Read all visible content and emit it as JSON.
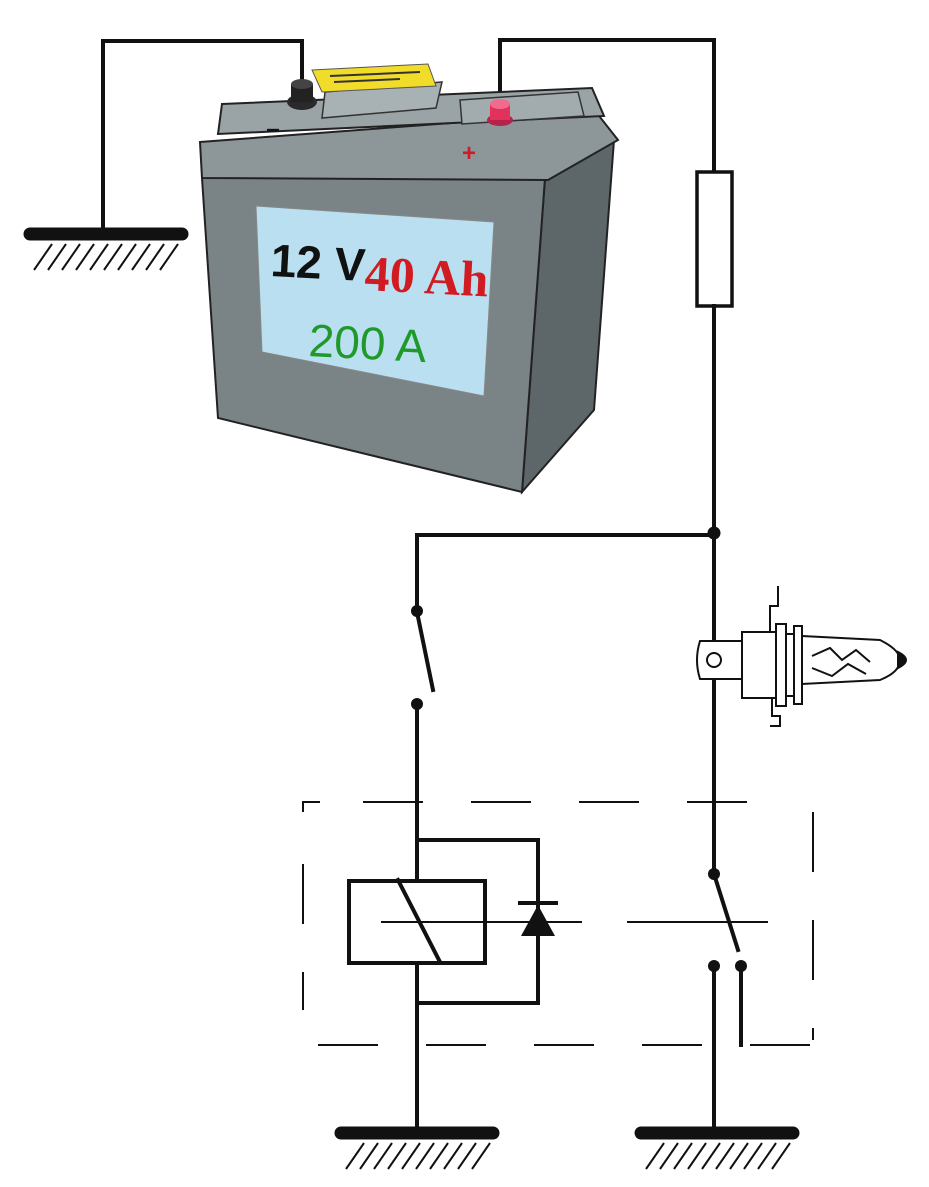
{
  "battery": {
    "voltage": "12 V",
    "capacity": "40 Ah",
    "current": "200 A",
    "minus_symbol": "−",
    "plus_symbol": "+"
  },
  "colors": {
    "wire": "#111111",
    "battery_body": "#7a8487",
    "battery_label_bg": "#b9dff1",
    "voltage_text": "#111111",
    "capacity_text": "#d11b22",
    "current_text": "#1f9a2a",
    "positive_terminal": "#e2315b",
    "warning_sticker": "#f2dc2a"
  },
  "components": [
    "ground-battery-negative",
    "battery",
    "fuse",
    "junction",
    "control-switch",
    "relay-coil",
    "freewheel-diode",
    "relay-contact",
    "halogen-bulb",
    "ground-relay-coil",
    "ground-load"
  ]
}
